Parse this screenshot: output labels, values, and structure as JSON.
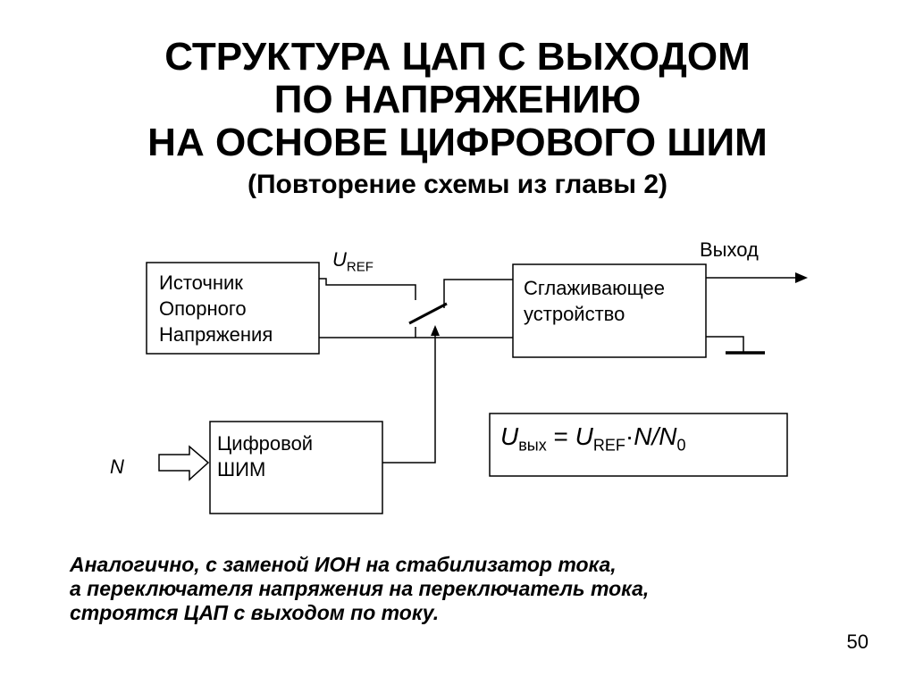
{
  "title": {
    "line1": "СТРУКТУРА ЦАП С ВЫХОДОМ",
    "line2": "ПО НАПРЯЖЕНИЮ",
    "line3": "НА ОСНОВЕ ЦИФРОВОГО ШИМ",
    "subtitle": "(Повторение схемы из главы 2)"
  },
  "diagram": {
    "reference_source": {
      "line1": "Источник",
      "line2": "Опорного",
      "line3": "Напряжения"
    },
    "smoothing_device": {
      "line1": "Сглаживающее",
      "line2": "устройство"
    },
    "digital_pwm": {
      "line1": "Цифровой",
      "line2": "ШИМ"
    },
    "uref_label": {
      "u": "U",
      "sub": "REF"
    },
    "output_label": "Выход",
    "input_label": "N",
    "formula": {
      "u1": "U",
      "sub1": "вых",
      "eq": " = ",
      "u2": "U",
      "sub2": "REF",
      "dot": "·",
      "n": "N",
      "slash": "/",
      "n0": "N",
      "sub0": "0"
    }
  },
  "note": {
    "line1": "Аналогично, с заменой ИОН на стабилизатор тока,",
    "line2": "а переключателя напряжения на переключатель тока,",
    "line3": "строятся ЦАП с выходом по току."
  },
  "page_number": "50"
}
